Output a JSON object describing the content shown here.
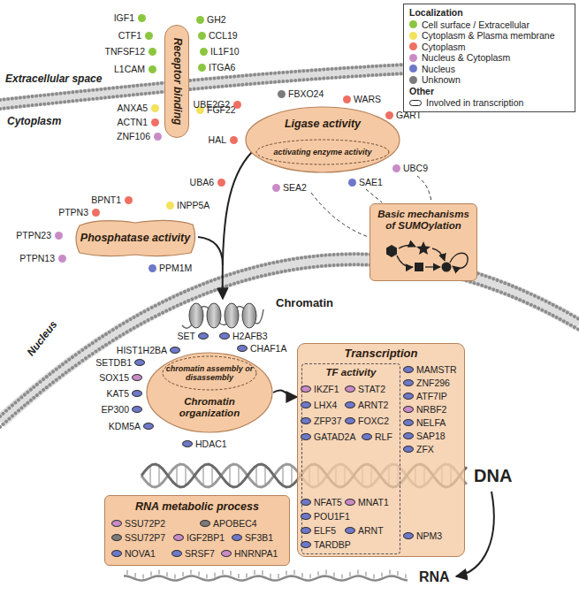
{
  "diagram": {
    "nodes": [
      {
        "text": [
          "Receptor binding"
        ]
      },
      {
        "text": [
          "Ligase activity"
        ]
      },
      {
        "text": [
          "activating enzyme activity"
        ],
        "in": 1
      },
      {
        "text": [
          "Phosphatase activity"
        ]
      },
      {
        "text": [
          "Basic mechanisms of SUMOylation"
        ]
      },
      {
        "text": [
          "Chromatin organization"
        ]
      },
      {
        "text": [
          "chromatin assembly or disassembly"
        ],
        "in": 5
      },
      {
        "text": [
          "Transcription"
        ]
      },
      {
        "text": [
          "TF activity"
        ],
        "in": 7
      },
      {
        "text": [
          "RNA metabolic process"
        ]
      }
    ],
    "edges": [
      {
        "from": 5,
        "to": 7,
        "arrow": "to"
      }
    ],
    "labels": [
      "Extracellular space",
      "Cytoplasm",
      "Nucleus",
      "Chromatin",
      "DNA",
      "RNA",
      "Localization",
      "Other",
      "IGF1",
      "GH2",
      "CTF1",
      "CCL19",
      "TNFSF12",
      "IL1F10",
      "L1CAM",
      "ITGA6",
      "ANXA5",
      "FGF22",
      "ACTN1",
      "ZNF106",
      "UBE2G2",
      "FBXO24",
      "WARS",
      "GART",
      "HAL",
      "UBA6",
      "SEA2",
      "UBC9",
      "SAE1",
      "BPNT1",
      "INPP5A",
      "PTPN3",
      "PTPN23",
      "PTPN13",
      "PPM1M",
      "SET",
      "H2AFB3",
      "HIST1H2BA",
      "CHAF1A",
      "SETDB1",
      "SOX15",
      "KAT5",
      "EP300",
      "KDM5A",
      "HDAC1",
      "IKZF1",
      "STAT2",
      "LHX4",
      "ARNT2",
      "ZFP37",
      "FOXC2",
      "GATAD2A",
      "RLF",
      "MAMSTR",
      "ZNF296",
      "ATF7IP",
      "NRBF2",
      "NELFA",
      "SAP18",
      "ZFX",
      "NFAT5",
      "MNAT1",
      "POU1F1",
      "ELF5",
      "ARNT",
      "TARDBP",
      "NPM3",
      "SSU72P2",
      "APOBEC4",
      "SSU72P7",
      "IGF2BP1",
      "SF3B1",
      "NOVA1",
      "SRSF7",
      "HNRNPA1"
    ],
    "legend": [
      {
        "text": "Cell surface / Extracellular",
        "color": "#8cc63f"
      },
      {
        "text": "Cytoplasm & Plasma membrane",
        "color": "#f2e25c"
      },
      {
        "text": "Cytoplasm",
        "color": "#ef6f62"
      },
      {
        "text": "Nucleus & Cytoplasm",
        "color": "#c98bc6"
      },
      {
        "text": "Nucleus",
        "color": "#6e78c9"
      },
      {
        "text": "Unknown",
        "color": "#7b7b7b"
      },
      {
        "text": "Involved in transcription"
      }
    ]
  }
}
